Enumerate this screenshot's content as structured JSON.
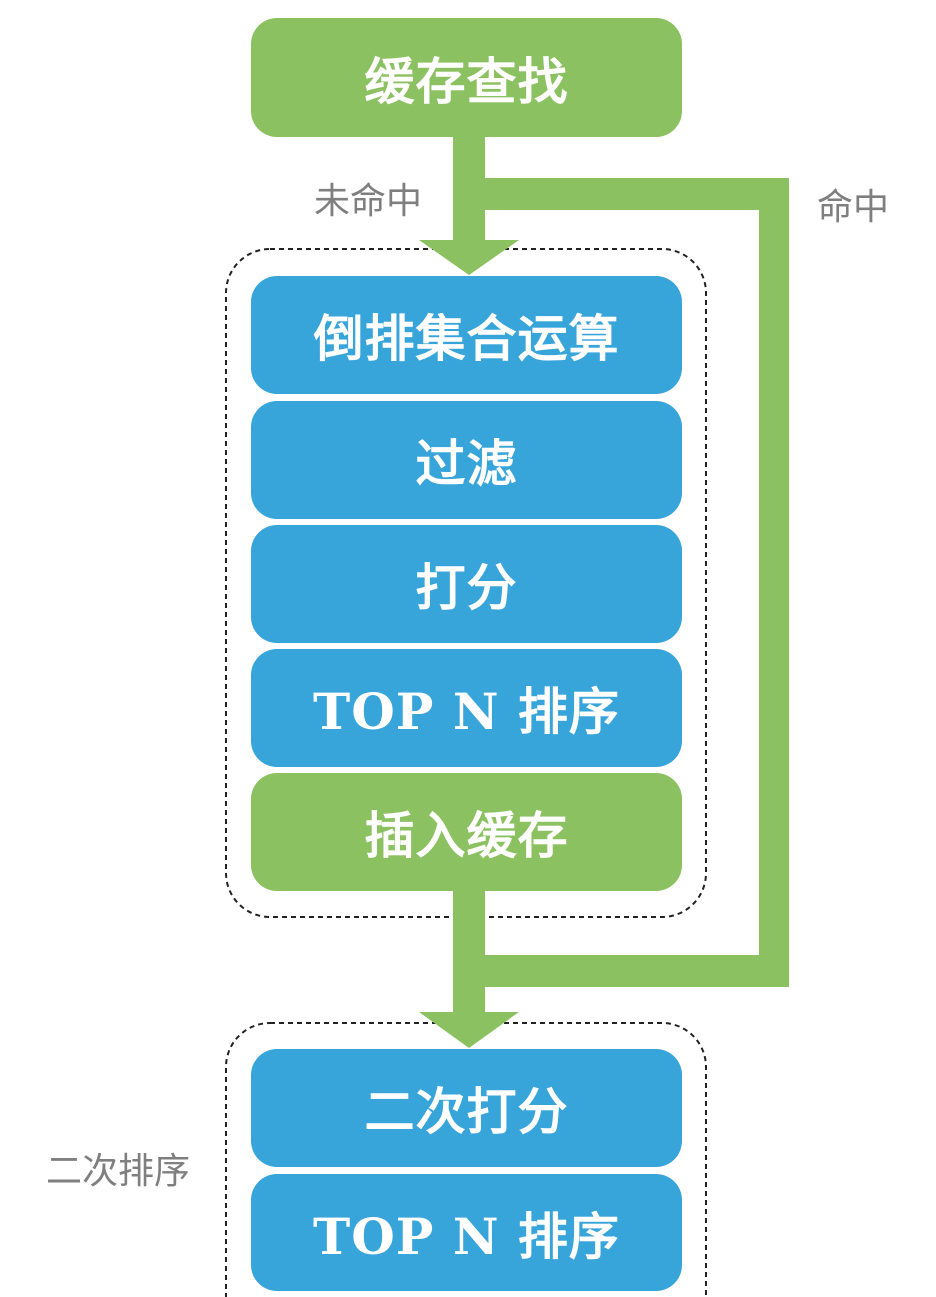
{
  "colors": {
    "green": "#8bc160",
    "blue": "#37a4da",
    "label_gray": "#7f7f7f",
    "dashed_border": "#222222"
  },
  "nodes": {
    "cache_lookup": "缓存查找",
    "inverted_set_ops": "倒排集合运算",
    "filter": "过滤",
    "score": "打分",
    "top_n_sort_1": "TOP N 排序",
    "insert_cache": "插入缓存",
    "rescore": "二次打分",
    "top_n_sort_2": "TOP N 排序"
  },
  "edge_labels": {
    "miss": "未命中",
    "hit": "命中"
  },
  "group_labels": {
    "second_sort": "二次排序"
  }
}
